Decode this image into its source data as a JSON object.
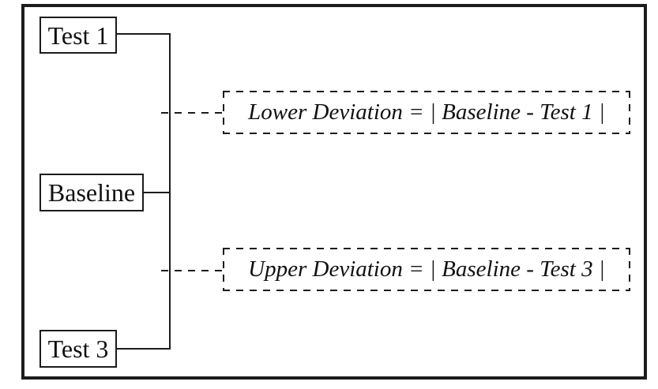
{
  "colors": {
    "line": "#1c1c1c",
    "background": "#ffffff",
    "text": "#111111"
  },
  "nodes": [
    {
      "label": "Test 1"
    },
    {
      "label": "Baseline"
    },
    {
      "label": "Test 3"
    }
  ],
  "formulas": [
    {
      "text": "Lower Deviation = | Baseline - Test 1 |"
    },
    {
      "text": "Upper Deviation = | Baseline - Test 3 |"
    }
  ]
}
